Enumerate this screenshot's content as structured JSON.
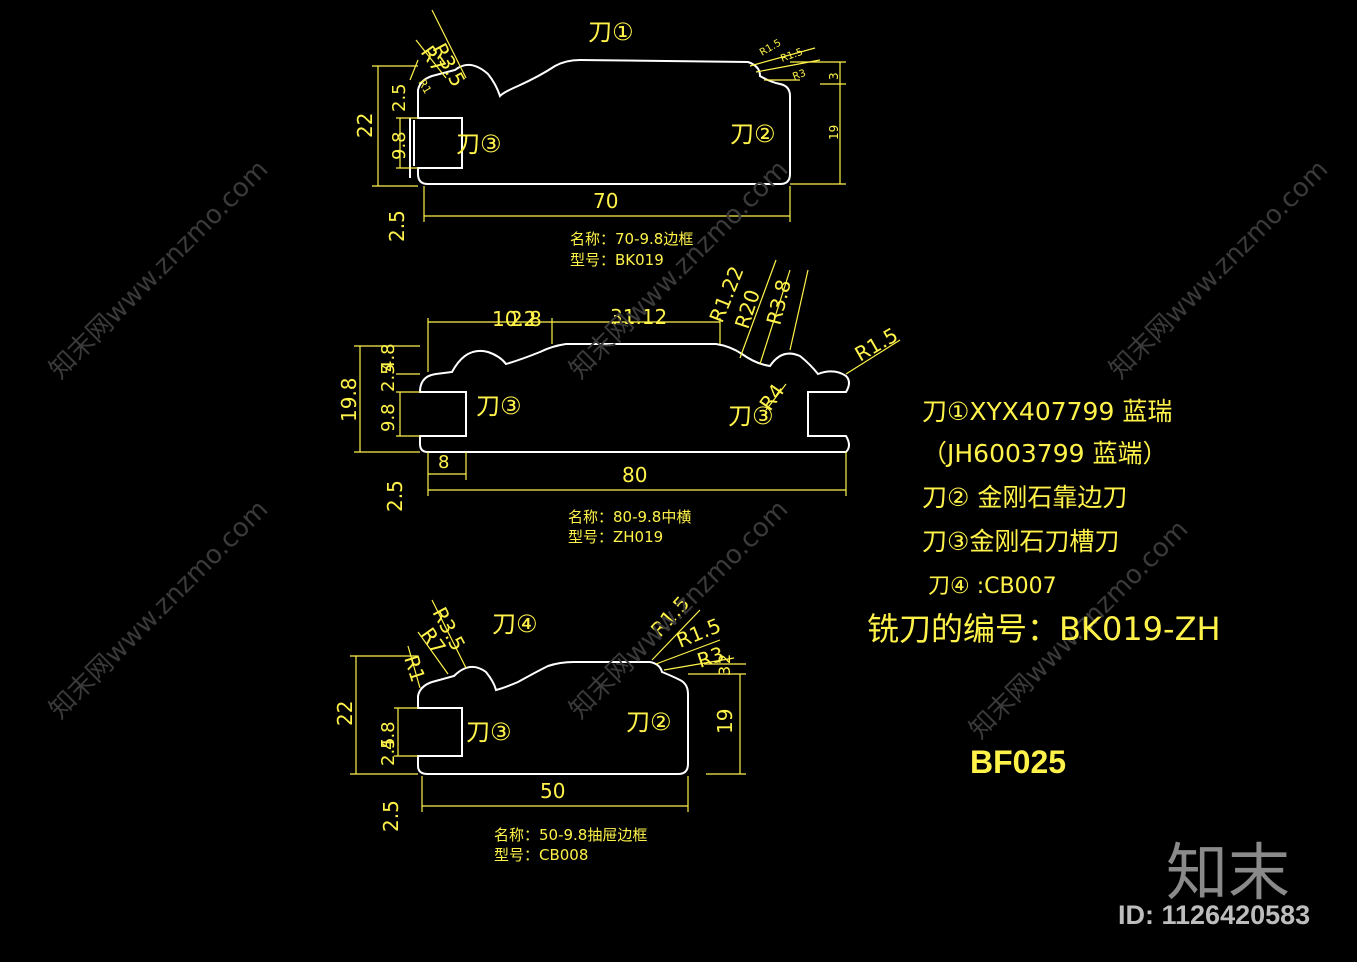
{
  "colors": {
    "background": "#000000",
    "profile": "#ffffff",
    "dimension": "#fff34a"
  },
  "profiles": [
    {
      "knife_top": "刀①",
      "knife_left": "刀③",
      "knife_right": "刀②",
      "radii": [
        "R3.5",
        "R7",
        "R1",
        "R1.5",
        "R1.5",
        "R3"
      ],
      "dims": {
        "width": "70",
        "height": "22",
        "groove": "9.8",
        "offset": "2.5",
        "offset_bottom": "2.5",
        "right_top": "3",
        "right_side": "19"
      },
      "name": "名称：70-9.8边框",
      "model": "型号：BK019"
    },
    {
      "knife_left": "刀③",
      "knife_right": "刀③",
      "radii": [
        "R1.22",
        "R20",
        "R3.8",
        "R1.5",
        "R4"
      ],
      "dims": {
        "top_a": "10.2",
        "top_b": "2.8",
        "top_c": "31.12",
        "width": "80",
        "height": "19.8",
        "groove": "9.8",
        "left_top": "4.8",
        "left_mid": "2.5",
        "offset_bottom": "2.5",
        "groove_depth": "8"
      },
      "name": "名称：80-9.8中横",
      "model": "型号：ZH019"
    },
    {
      "knife_top": "刀④",
      "knife_left": "刀③",
      "knife_right": "刀②",
      "radii": [
        "R3.5",
        "R7",
        "R1",
        "R1.5",
        "R1.5",
        "R3"
      ],
      "dims": {
        "width": "50",
        "height": "22",
        "groove": "4.8",
        "offset": "2.5",
        "offset_bottom": "2.5",
        "right_top": "3",
        "right_side": "19",
        "right_small": "2"
      },
      "name": "名称：50-9.8抽屉边框",
      "model": "型号：CB008"
    }
  ],
  "legend": [
    "刀①XYX407799  蓝瑞",
    "（JH6003799  蓝端）",
    "刀② 金刚石靠边刀",
    "刀③金刚石刀槽刀",
    "刀④ :CB007"
  ],
  "cutter_code": "铣刀的编号：BK019-ZH",
  "drawing_id": "BF025",
  "watermark": {
    "brand": "知末",
    "site": "知末网www.znzmo.com",
    "image_id": "ID: 1126420583"
  }
}
